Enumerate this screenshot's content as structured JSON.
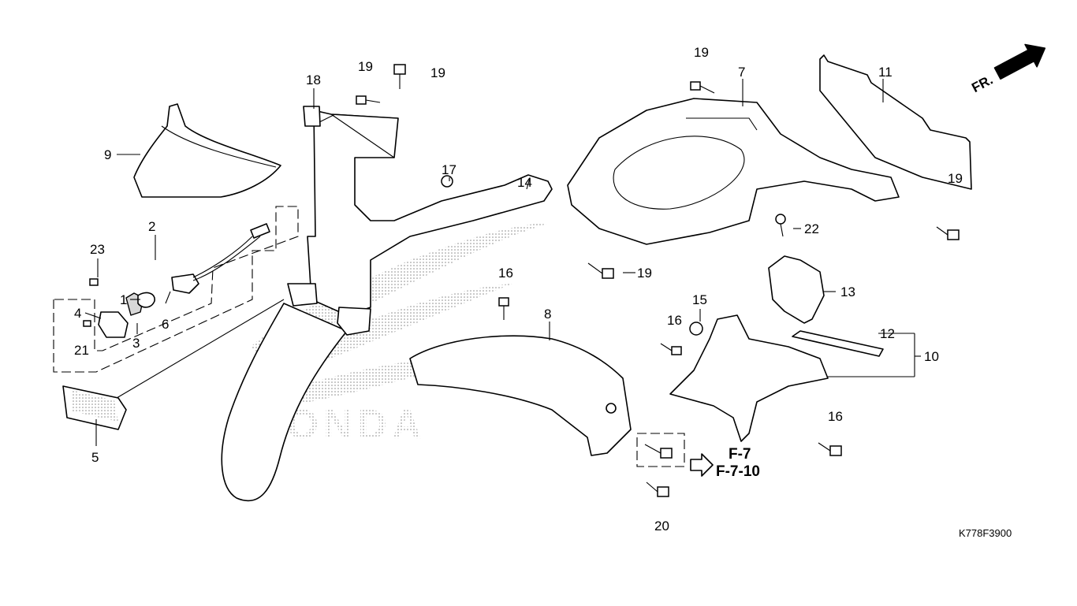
{
  "diagram": {
    "title": "",
    "drawing_code": "K778F3900",
    "direction_marker": "FR.",
    "references": [
      "F-7",
      "F-7-10"
    ],
    "callouts": [
      {
        "id": "c1",
        "text": "1"
      },
      {
        "id": "c2",
        "text": "2"
      },
      {
        "id": "c3",
        "text": "3"
      },
      {
        "id": "c4",
        "text": "4"
      },
      {
        "id": "c5",
        "text": "5"
      },
      {
        "id": "c6",
        "text": "6"
      },
      {
        "id": "c7",
        "text": "7"
      },
      {
        "id": "c8",
        "text": "8"
      },
      {
        "id": "c9",
        "text": "9"
      },
      {
        "id": "c10",
        "text": "10"
      },
      {
        "id": "c11",
        "text": "11"
      },
      {
        "id": "c12",
        "text": "12"
      },
      {
        "id": "c13",
        "text": "13"
      },
      {
        "id": "c14",
        "text": "14"
      },
      {
        "id": "c15",
        "text": "15"
      },
      {
        "id": "c16a",
        "text": "16"
      },
      {
        "id": "c16b",
        "text": "16"
      },
      {
        "id": "c16c",
        "text": "16"
      },
      {
        "id": "c17",
        "text": "17"
      },
      {
        "id": "c18",
        "text": "18"
      },
      {
        "id": "c19a",
        "text": "19"
      },
      {
        "id": "c19b",
        "text": "19"
      },
      {
        "id": "c19c",
        "text": "19"
      },
      {
        "id": "c19d",
        "text": "19"
      },
      {
        "id": "c19e",
        "text": "19"
      },
      {
        "id": "c20",
        "text": "20"
      },
      {
        "id": "c21",
        "text": "21"
      },
      {
        "id": "c22",
        "text": "22"
      },
      {
        "id": "c23",
        "text": "23"
      }
    ],
    "watermark": "HONDA"
  }
}
